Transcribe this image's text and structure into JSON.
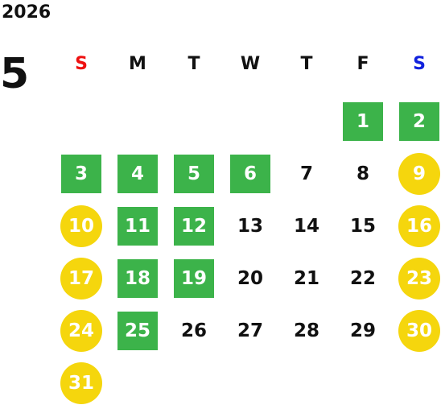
{
  "year": "2026",
  "month": "5",
  "colors": {
    "green": "#3cb34a",
    "yellow": "#f5d60d",
    "sunday_header": "#ee1111",
    "saturday_header": "#1122dd",
    "text": "#111111"
  },
  "weekdays": [
    {
      "label": "S",
      "color": "#ee1111"
    },
    {
      "label": "M",
      "color": "#111111"
    },
    {
      "label": "T",
      "color": "#111111"
    },
    {
      "label": "W",
      "color": "#111111"
    },
    {
      "label": "T",
      "color": "#111111"
    },
    {
      "label": "F",
      "color": "#111111"
    },
    {
      "label": "S",
      "color": "#1122dd"
    }
  ],
  "first_weekday_index": 5,
  "days": [
    {
      "n": "1",
      "style": "green"
    },
    {
      "n": "2",
      "style": "green"
    },
    {
      "n": "3",
      "style": "green"
    },
    {
      "n": "4",
      "style": "green"
    },
    {
      "n": "5",
      "style": "green"
    },
    {
      "n": "6",
      "style": "green"
    },
    {
      "n": "7",
      "style": "plain"
    },
    {
      "n": "8",
      "style": "plain"
    },
    {
      "n": "9",
      "style": "holiday"
    },
    {
      "n": "10",
      "style": "holiday"
    },
    {
      "n": "11",
      "style": "green"
    },
    {
      "n": "12",
      "style": "green"
    },
    {
      "n": "13",
      "style": "plain"
    },
    {
      "n": "14",
      "style": "plain"
    },
    {
      "n": "15",
      "style": "plain"
    },
    {
      "n": "16",
      "style": "holiday"
    },
    {
      "n": "17",
      "style": "holiday"
    },
    {
      "n": "18",
      "style": "green"
    },
    {
      "n": "19",
      "style": "green"
    },
    {
      "n": "20",
      "style": "plain"
    },
    {
      "n": "21",
      "style": "plain"
    },
    {
      "n": "22",
      "style": "plain"
    },
    {
      "n": "23",
      "style": "holiday"
    },
    {
      "n": "24",
      "style": "holiday"
    },
    {
      "n": "25",
      "style": "green"
    },
    {
      "n": "26",
      "style": "plain"
    },
    {
      "n": "27",
      "style": "plain"
    },
    {
      "n": "28",
      "style": "plain"
    },
    {
      "n": "29",
      "style": "plain"
    },
    {
      "n": "30",
      "style": "holiday"
    },
    {
      "n": "31",
      "style": "holiday"
    }
  ]
}
